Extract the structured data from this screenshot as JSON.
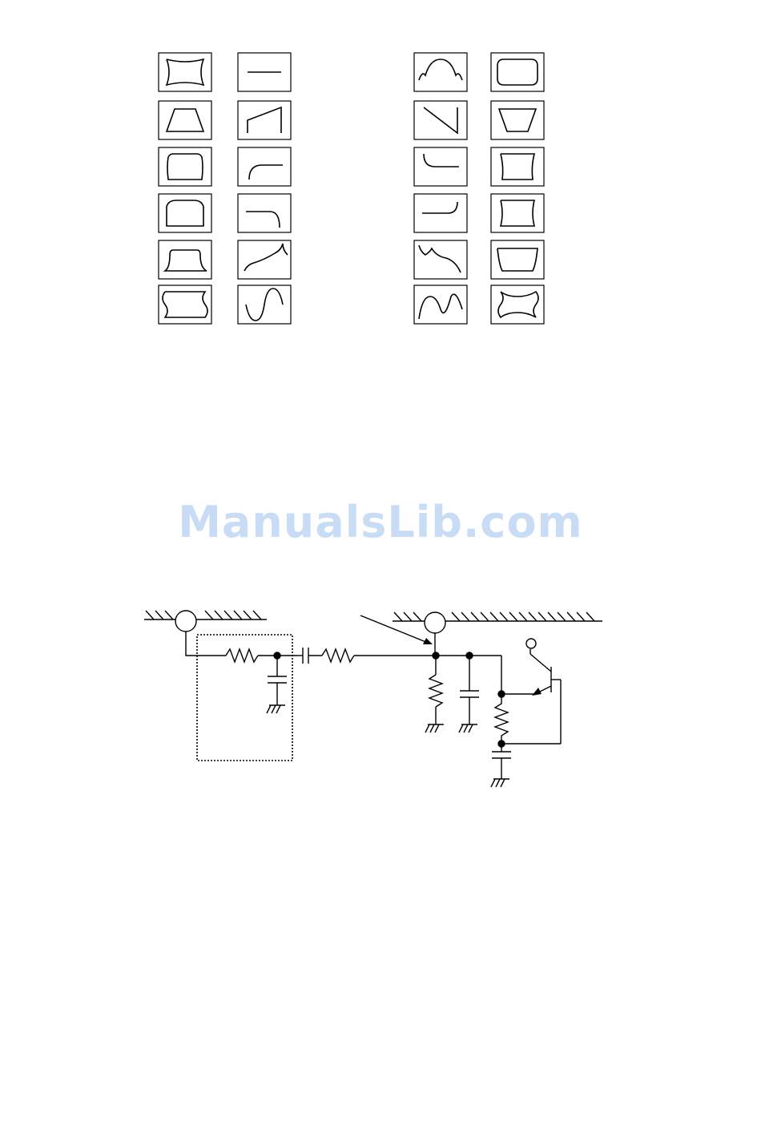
{
  "watermark": {
    "text": "ManualsLib.com",
    "color": "#c9dcf5"
  },
  "geometry_grid": {
    "rows": 6,
    "columns": 4,
    "shapes_left_col1": [
      "pincushion",
      "trapezoid",
      "corner-bulge",
      "top-round",
      "flat-top",
      "s-wave-sides"
    ],
    "waveforms_left_col2": [
      "flat-line",
      "rising-sawtooth",
      "rising-knee",
      "falling-knee",
      "double-cusp-up",
      "sine-w"
    ],
    "waveforms_right_col3": [
      "arch",
      "falling-sawtooth",
      "falling-knee-left",
      "rising-knee-right",
      "double-cusp-down",
      "sine-m"
    ],
    "shapes_right_col4": [
      "barrel",
      "inverted-trapezoid",
      "top-corner-bulge",
      "bottom-round",
      "bowl",
      "s-wave-sides-inverse"
    ]
  },
  "circuit": {
    "description_visible": false,
    "components": [
      "ground-hatch-left",
      "terminal-left",
      "resistor-r1",
      "node-1",
      "capacitor-c1",
      "ground-1",
      "dotted-box",
      "capacitor-series",
      "resistor-r2",
      "ground-hatch-right",
      "terminal-right",
      "pointer-arrow",
      "node-2",
      "node-3",
      "resistor-r3",
      "ground-2",
      "capacitor-c2",
      "ground-3",
      "node-4",
      "resistor-r4",
      "node-5",
      "capacitor-c3",
      "ground-4",
      "transistor-q1",
      "supply-terminal"
    ]
  }
}
